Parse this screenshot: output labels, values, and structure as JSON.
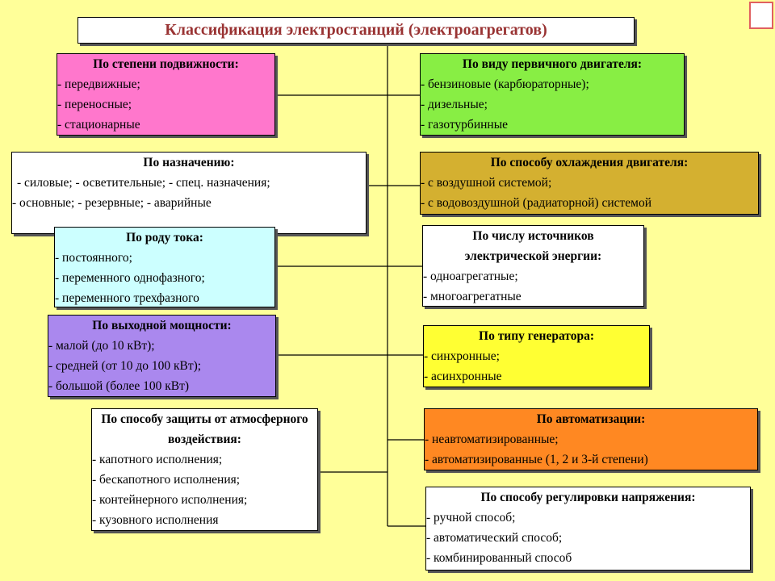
{
  "title": "Классификация электростанций (электроагрегатов)",
  "left": [
    {
      "header": "По степени подвижности:",
      "items": [
        "передвижные;",
        "переносные;",
        "стационарные"
      ],
      "color": "#ff77cc"
    },
    {
      "header": "По назначению:",
      "items": [
        "силовые; - осветительные; - спец. назначения;",
        "основные; - резервные; - аварийные"
      ],
      "color": "#ffffff"
    },
    {
      "header": "По роду тока:",
      "items": [
        "постоянного;",
        "переменного однофазного;",
        "переменного трехфазного"
      ],
      "color": "#ccffff"
    },
    {
      "header": "По выходной мощности:",
      "items": [
        "малой (до 10 кВт);",
        "средней (от 10 до 100 кВт);",
        "большой (более 100 кВт)"
      ],
      "color": "#aa88ee"
    },
    {
      "header": "По способу защиты от атмосферного воздействия:",
      "items": [
        "капотного исполнения;",
        "бескапотного исполнения;",
        "контейнерного исполнения;",
        "кузовного исполнения"
      ],
      "color": "#ffffff"
    }
  ],
  "right": [
    {
      "header": "По виду первичного двигателя:",
      "items": [
        "бензиновые (карбюраторные);",
        "дизельные;",
        "газотурбинные"
      ],
      "color": "#88ee44"
    },
    {
      "header": "По способу охлаждения двигателя:",
      "items": [
        "с воздушной системой;",
        "с водовоздушной (радиаторной) системой"
      ],
      "color": "#d4b030"
    },
    {
      "header": "По числу источников электрической энергии:",
      "items": [
        "одноагрегатные;",
        "многоагрегатные"
      ],
      "color": "#ffffff"
    },
    {
      "header": "По типу генератора:",
      "items": [
        "синхронные;",
        "асинхронные"
      ],
      "color": "#ffff33"
    },
    {
      "header": "По автоматизации:",
      "items": [
        "неавтоматизированные;",
        "автоматизированные (1, 2 и 3-й степени)"
      ],
      "color": "#ff8822"
    },
    {
      "header": "По способу регулировки напряжения:",
      "items": [
        "ручной способ;",
        "автоматический способ;",
        "комбинированный способ"
      ],
      "color": "#ffffff"
    }
  ]
}
